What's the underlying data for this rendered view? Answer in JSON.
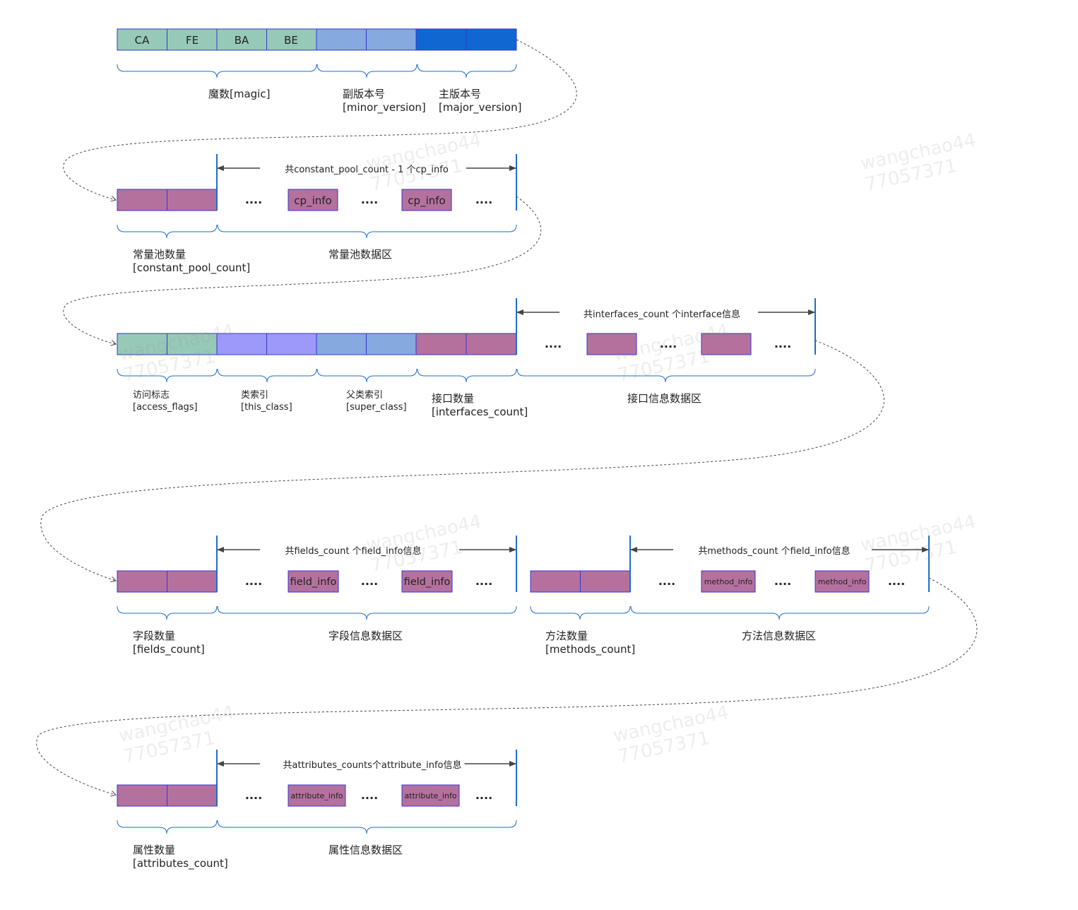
{
  "colors": {
    "teal": "#97c9b8",
    "lightblue": "#86a9e0",
    "blue": "#1167d1",
    "purple": "#b5719e",
    "violet": "#9c99fb",
    "border": "#3536c8",
    "bar": "#1f6ec6",
    "arrow": "#444444"
  },
  "row1": {
    "bytes": [
      "CA",
      "FE",
      "BA",
      "BE"
    ],
    "labels": {
      "magic": "魔数[magic]",
      "minor_version": "副版本号\n[minor_version]",
      "major_version": "主版本号\n[major_version]"
    }
  },
  "row2": {
    "span": "共constant_pool_count - 1 个cp_info",
    "item": "cp_info",
    "ellipsis": "....",
    "labels": {
      "count": "常量池数量\n[constant_pool_count]",
      "data": "常量池数据区"
    }
  },
  "row3": {
    "span": "共interfaces_count 个interface信息",
    "ellipsis": "....",
    "labels": {
      "access_flags": "访问标志\n[access_flags]",
      "this_class": "类索引\n[this_class]",
      "super_class": "父类索引\n[super_class]",
      "interfaces_count": "接口数量\n[interfaces_count]",
      "data": "接口信息数据区"
    }
  },
  "row4": {
    "fields_span": "共fields_count 个field_info信息",
    "field_item": "field_info",
    "methods_span": "共methods_count 个field_info信息",
    "method_item": "method_info",
    "ellipsis": "....",
    "labels": {
      "fields_count": "字段数量\n[fields_count]",
      "fields_data": "字段信息数据区",
      "methods_count": "方法数量\n[methods_count]",
      "methods_data": "方法信息数据区"
    }
  },
  "row5": {
    "span": "共attributes_counts个attribute_info信息",
    "item": "attribute_info",
    "ellipsis": "....",
    "labels": {
      "count": "属性数量\n[attributes_count]",
      "data": "属性信息数据区"
    }
  },
  "watermark": "wangchao44\n77057371"
}
